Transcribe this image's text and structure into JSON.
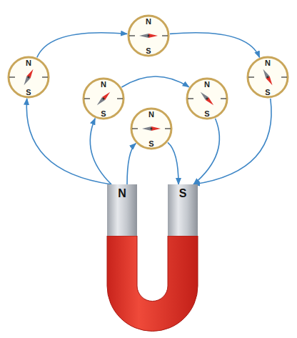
{
  "diagram": {
    "nodes": [
      {
        "text": [
          "N",
          "S"
        ]
      },
      {
        "text": [
          "N",
          "S"
        ]
      },
      {
        "text": [
          "N",
          "S"
        ]
      },
      {
        "text": [
          "N",
          "S"
        ]
      },
      {
        "text": [
          "N",
          "S"
        ]
      },
      {
        "text": [
          "N",
          "S"
        ]
      },
      {
        "text": [
          "N"
        ]
      },
      {
        "text": [
          "S"
        ]
      }
    ],
    "edges": [
      {
        "from": 6,
        "to": 1,
        "arrow": "to"
      },
      {
        "from": 1,
        "to": 0,
        "arrow": "to"
      },
      {
        "from": 0,
        "to": 2,
        "arrow": "to"
      },
      {
        "from": 2,
        "to": 7,
        "arrow": "to"
      },
      {
        "from": 6,
        "to": 3,
        "arrow": "to"
      },
      {
        "from": 3,
        "to": 4,
        "arrow": "to"
      },
      {
        "from": 4,
        "to": 7,
        "arrow": "to"
      },
      {
        "from": 6,
        "to": 5,
        "arrow": "to"
      },
      {
        "from": 5,
        "to": 7,
        "arrow": "to"
      }
    ]
  }
}
